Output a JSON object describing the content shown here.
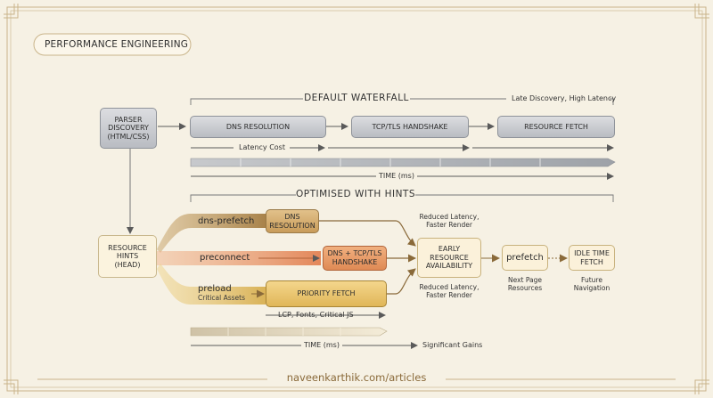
{
  "badge": "PERFORMANCE ENGINEERING",
  "footer_url": "naveenkarthik.com/articles",
  "parser_box": "PARSER\nDISCOVERY\n(HTML/CSS)",
  "hints_box": "RESOURCE\nHINTS\n(HEAD)",
  "waterfall": {
    "title": "DEFAULT WATERFALL",
    "note": "Late Discovery, High Latency",
    "dns": "DNS RESOLUTION",
    "tcp": "TCP/TLS HANDSHAKE",
    "fetch": "RESOURCE FETCH",
    "latency_label": "Latency Cost",
    "time_label": "TIME (ms)"
  },
  "optimised": {
    "title": "OPTIMISED WITH HINTS",
    "dns_prefetch": "dns-prefetch",
    "dns_box": "DNS\nRESOLUTION",
    "preconnect": "preconnect",
    "tcp_box": "DNS + TCP/TLS\nHANDSHAKE",
    "preload": "preload",
    "preload_sub": "Critical Assets",
    "priority_box": "PRIORITY FETCH",
    "early_box": "EARLY\nRESOURCE\nAVAILABILITY",
    "benefit_top": "Reduced Latency,\nFaster Render",
    "benefit_bottom": "Reduced Latency,\nFaster Render",
    "prefetch_box": "prefetch",
    "prefetch_note": "Next Page\nResources",
    "idle_box": "IDLE TIME\nFETCH",
    "idle_note": "Future\nNavigation",
    "lcp_label": "LCP, Fonts, Critical JS",
    "time_label": "TIME (ms)",
    "gains_label": "Significant Gains"
  }
}
